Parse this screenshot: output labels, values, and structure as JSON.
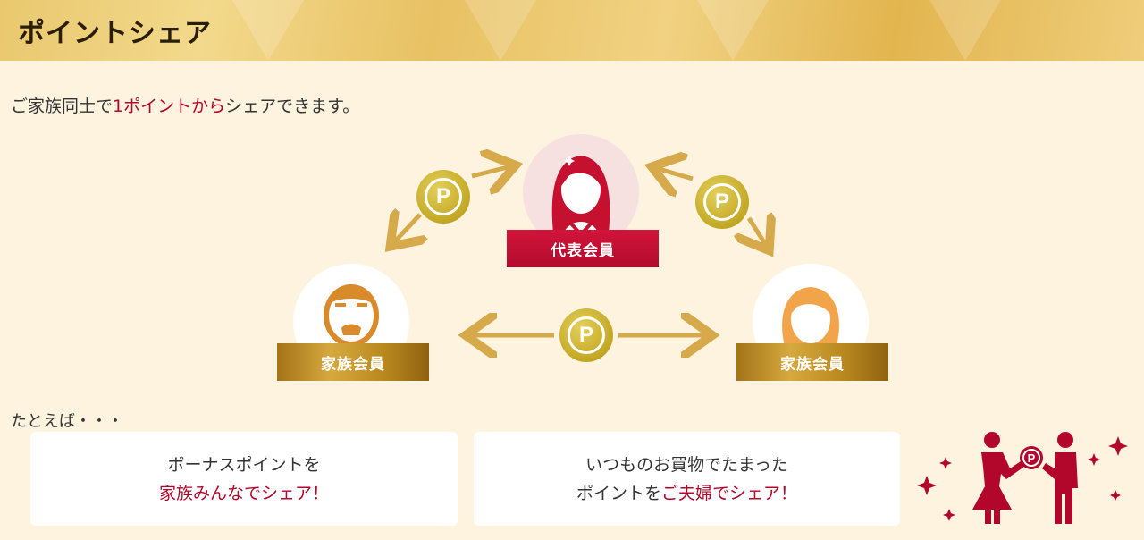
{
  "header": {
    "title": "ポイントシェア"
  },
  "intro": {
    "text_before": "ご家族同士で",
    "highlight": "1ポイントから",
    "text_after": "シェアできます。"
  },
  "diagram": {
    "representative_label": "代表会員",
    "family_label_left": "家族会員",
    "family_label_right": "家族会員",
    "coin_symbol": "P"
  },
  "examples": {
    "lead": "たとえば・・・",
    "card1": {
      "line1": "ボーナスポイントを",
      "line2_highlight": "家族みんなでシェア！"
    },
    "card2": {
      "line1": "いつものお買物でたまった",
      "line2_before": "ポイントを",
      "line2_highlight": "ご夫婦でシェア！"
    }
  },
  "colors": {
    "accent_red": "#b3062b",
    "gold": "#c9a227",
    "background": "#fdf3df"
  }
}
